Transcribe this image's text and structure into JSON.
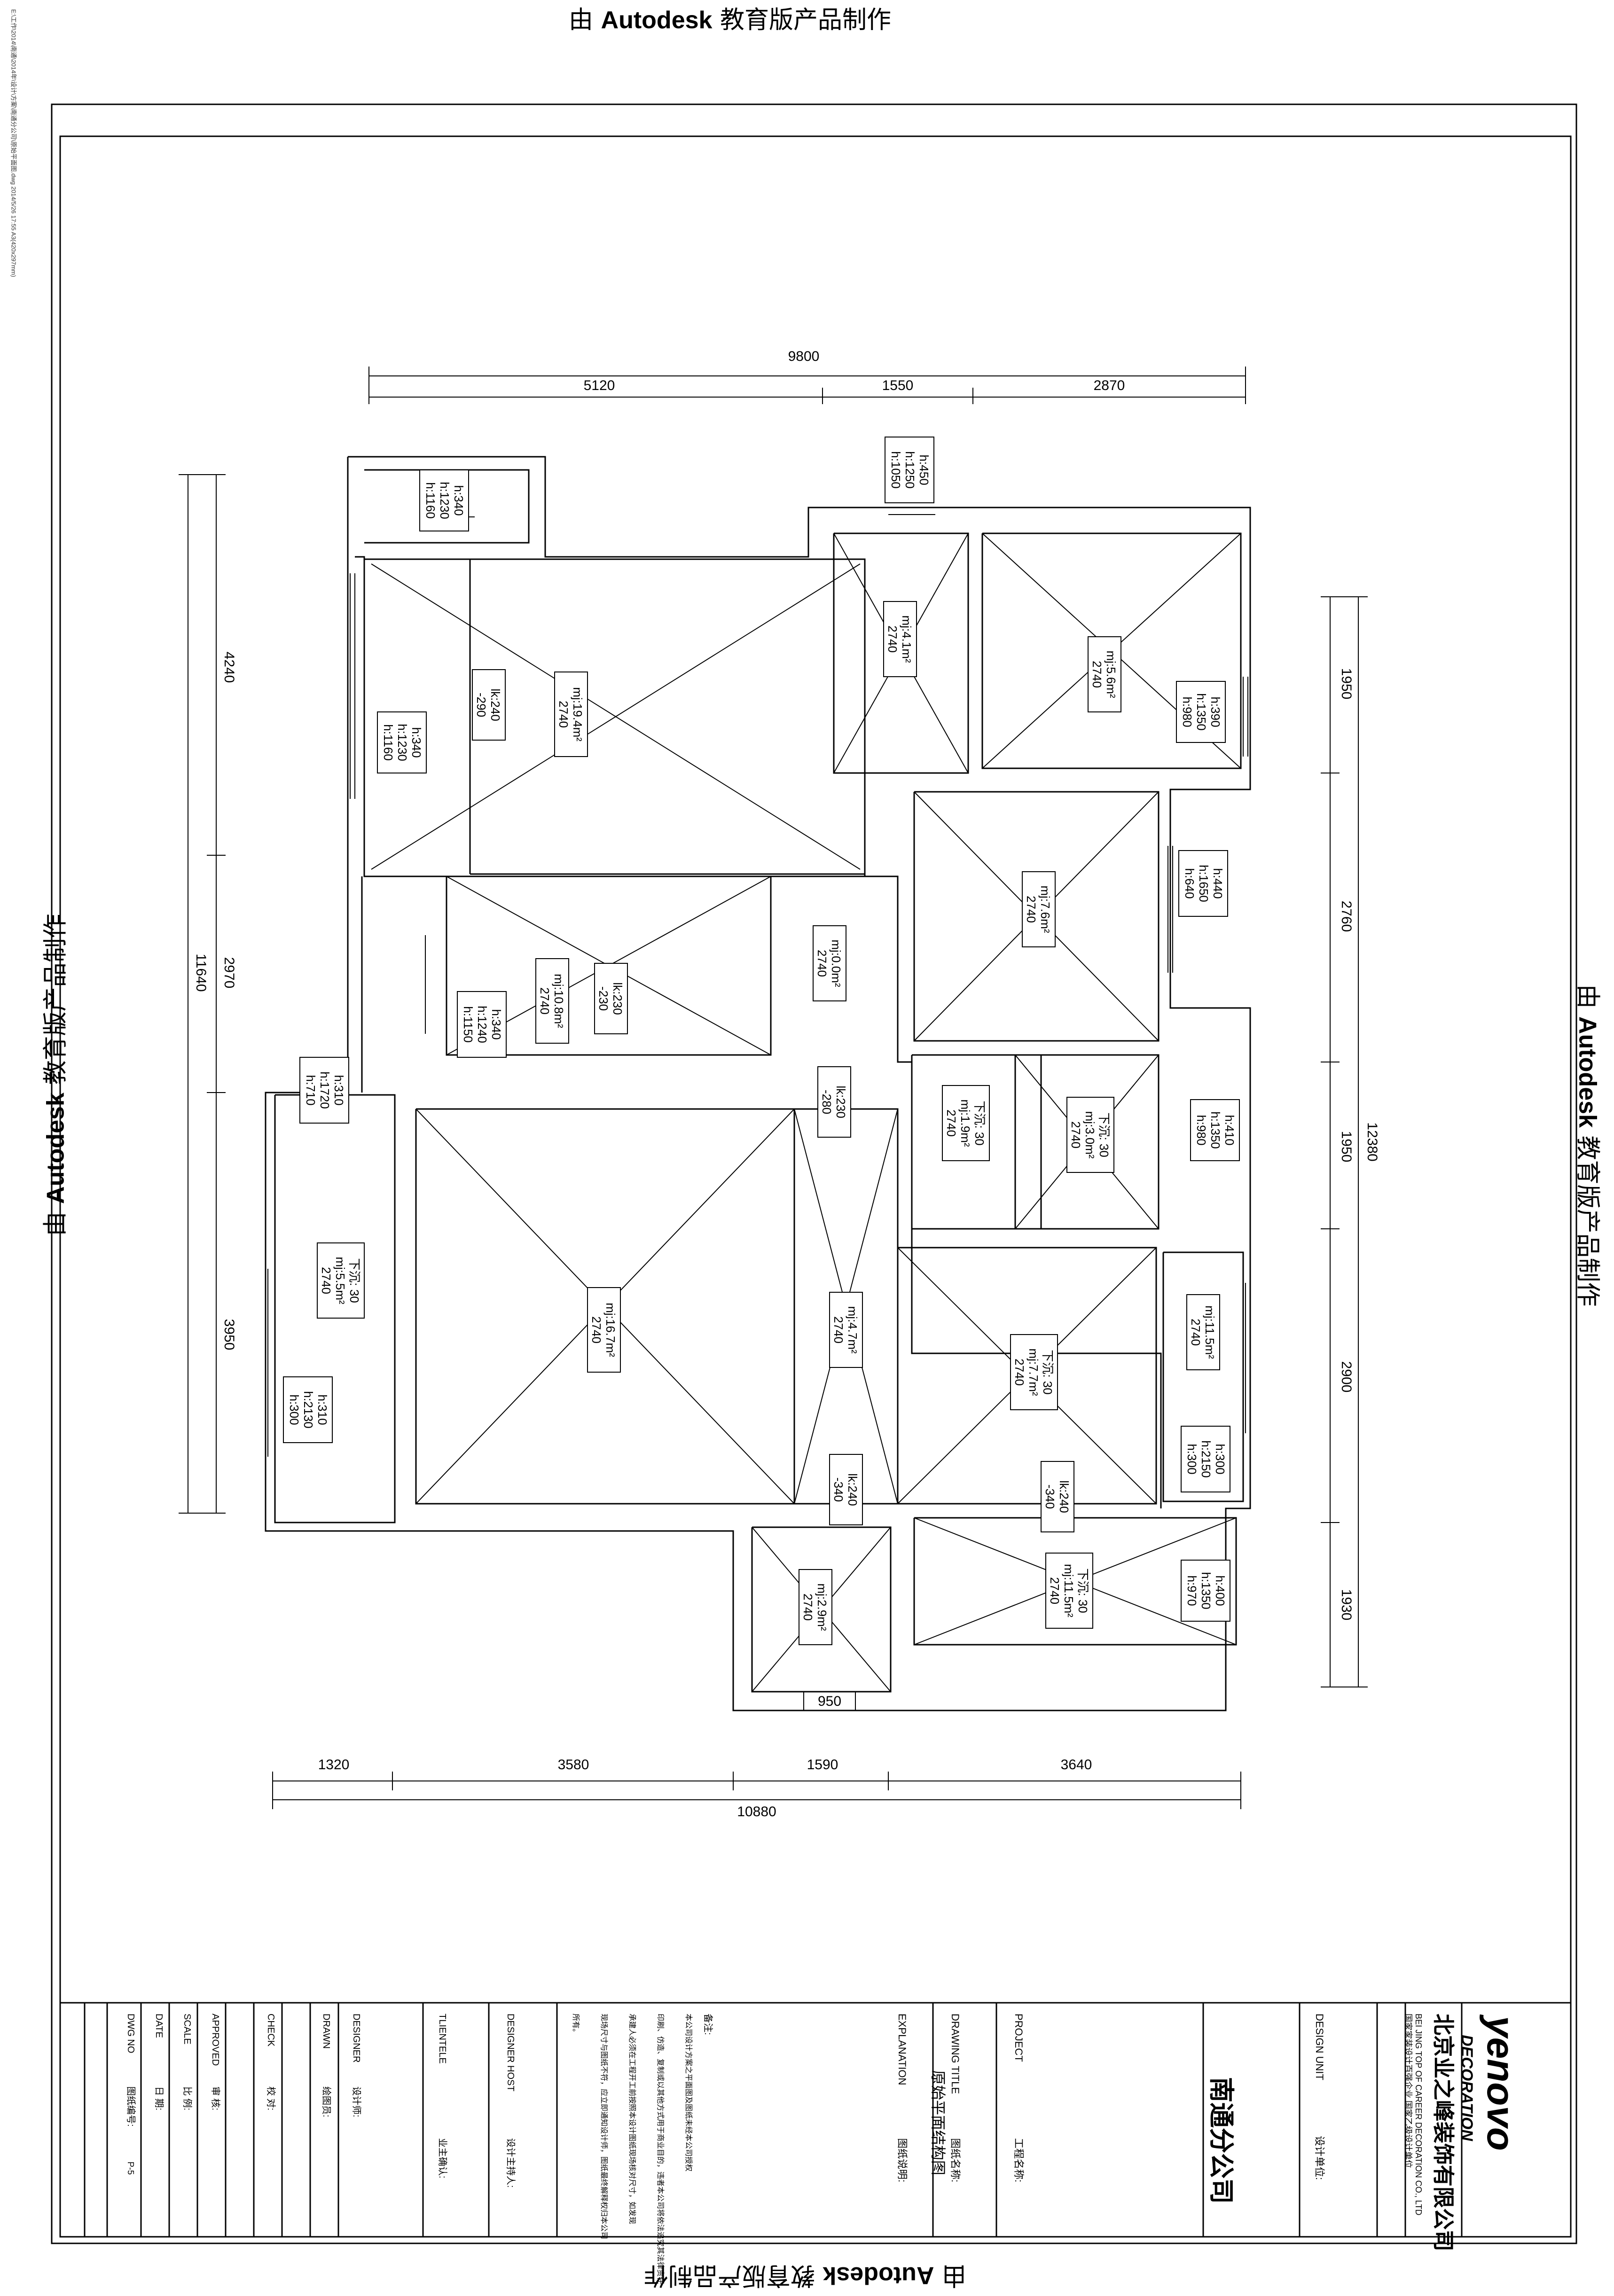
{
  "watermark": {
    "prefix": "由 ",
    "brand": "Autodesk",
    "suffix": " 教育版产品制作"
  },
  "side_path": "E:\\工作\\2014\\南通\\2014年\\设计\\方案\\南通分公司\\原始平面图.dwg  2014/5/26 17:55  A3(420x297mm)",
  "dims": {
    "top_total": "9800",
    "top_segments": [
      "5120",
      "1550",
      "2870"
    ],
    "bottom_total": "10880",
    "bottom_segments": [
      "1320",
      "3580",
      "1590",
      "3640"
    ],
    "left_total": "11640",
    "left_segments": [
      "4240",
      "2970",
      "3950"
    ],
    "right_total": "12380",
    "right_segments": [
      "1950",
      "2760",
      "1950",
      "2900",
      "1930"
    ],
    "opening_950": "950"
  },
  "rooms": [
    {
      "id": "living-large",
      "area": "mj:19.4m²",
      "height": "2740"
    },
    {
      "id": "room-top-mid",
      "area": "mj:4.1m²",
      "height": "2740"
    },
    {
      "id": "room-top-right",
      "area": "mj:5.6m²",
      "height": "2740"
    },
    {
      "id": "room-mid-left",
      "area": "mj:10.8m²",
      "height": "2740"
    },
    {
      "id": "room-corridor",
      "area": "mj:0.0m²",
      "height": "2740"
    },
    {
      "id": "room-mid-right",
      "area": "mj:7.6m²",
      "height": "2740"
    },
    {
      "id": "bath-a",
      "area": "mj:1.9m²",
      "height": "2740",
      "sink": "下沉: 30"
    },
    {
      "id": "bath-b",
      "area": "mj:3.0m²",
      "height": "2740",
      "sink": "下沉: 30"
    },
    {
      "id": "balcony-left",
      "area": "mj:5.5m²",
      "height": "2740",
      "sink": "下沉: 30"
    },
    {
      "id": "room-bottom-left",
      "area": "mj:16.7m²",
      "height": "2740"
    },
    {
      "id": "room-bottom-center",
      "area": "mj:4.7m²",
      "height": "2740"
    },
    {
      "id": "room-bottom-right",
      "area": "mj:7.7m²",
      "height": "2740",
      "sink": "下沉: 30"
    },
    {
      "id": "room-far-right",
      "area": "mj:11.5m²",
      "height": "2740"
    },
    {
      "id": "room-small-bottom",
      "area": "mj:2.9m²",
      "height": "2740"
    },
    {
      "id": "kitchen-bottom-right",
      "area": "mj:11.5m²",
      "height": "2740",
      "sink": "下沉: 30"
    }
  ],
  "windows": [
    {
      "id": "w1",
      "lines": [
        "h:340",
        "h:1230",
        "h:1160"
      ]
    },
    {
      "id": "w2",
      "lines": [
        "h:340",
        "h:1230",
        "h:1160"
      ]
    },
    {
      "id": "w3",
      "lines": [
        "h:450",
        "h:1250",
        "h:1050"
      ]
    },
    {
      "id": "w4",
      "lines": [
        "h:390",
        "h:1350",
        "h:980"
      ]
    },
    {
      "id": "w5",
      "lines": [
        "h:440",
        "h:1650",
        "h:640"
      ]
    },
    {
      "id": "w6",
      "lines": [
        "h:340",
        "h:1240",
        "h:1150"
      ]
    },
    {
      "id": "w7",
      "lines": [
        "h:310",
        "h:1720",
        "h:710"
      ]
    },
    {
      "id": "w8",
      "lines": [
        "h:410",
        "h:1350",
        "h:980"
      ]
    },
    {
      "id": "w9",
      "lines": [
        "h:310",
        "h:2130",
        "h:300"
      ]
    },
    {
      "id": "w10",
      "lines": [
        "h:300",
        "h:2150",
        "h:300"
      ]
    },
    {
      "id": "w11",
      "lines": [
        "h:400",
        "h:1350",
        "h:970"
      ]
    }
  ],
  "beams": [
    {
      "id": "b1",
      "lines": [
        "lk:240",
        "-290"
      ]
    },
    {
      "id": "b2",
      "lines": [
        "lk:230",
        "-230"
      ]
    },
    {
      "id": "b3",
      "lines": [
        "lk:230",
        "-280"
      ]
    },
    {
      "id": "b4",
      "lines": [
        "lk:240",
        "-340"
      ]
    },
    {
      "id": "b5",
      "lines": [
        "lk:240",
        "-340"
      ]
    }
  ],
  "title_block": {
    "company_cn": "北京业之峰装饰有限公司",
    "company_en": "BEI JING TOP OF CAREER DECORATION CO., LTD",
    "company_sub": "国家家装设计百强企业  国家乙级设计单位",
    "logo": "yenovo",
    "logo_sub": "DECORATION",
    "design_unit_label": "DESIGN UNIT",
    "design_unit_cn": "设计单位:",
    "design_unit_value": "南通分公司",
    "project_label": "PROJECT",
    "project_cn": "工程名称:",
    "drawing_title_label": "DRAWING TITLE",
    "drawing_title_cn": "图纸名称:",
    "drawing_title_value": "原始平面结构图",
    "explanation_label": "EXPLANATION",
    "explanation_cn": "图纸说明:",
    "notes_heading": "备注:",
    "notes_lines": [
      "本公司设计方案之平面图及图纸未经本公司授权",
      "印刷、仿造、复制或以其他方式用于商业目的，违者本公司将依法追究其法律责任",
      "承建人必须在工程开工前按照本设计图纸现场核对尺寸，如发现",
      "现场尺寸与图纸不符，应立即通知设计师，图纸最终解释权归本公司",
      "所有。"
    ],
    "designer_host_label": "DESIGNER HOST",
    "designer_host_cn": "设计主持人:",
    "tlientele_label": "TLIENTELE",
    "tlientele_cn": "业主确认:",
    "designer_label": "DESIGNER",
    "designer_cn": "设计师:",
    "drawn_label": "DRAWN",
    "drawn_cn": "绘图员:",
    "check_label": "CHECK",
    "check_cn": "校 对:",
    "approved_label": "APPROVED",
    "approved_cn": "审 核:",
    "scale_label": "SCALE",
    "scale_cn": "比 例:",
    "date_label": "DATE",
    "date_cn": "日 期:",
    "dwg_no_label": "DWG NO",
    "dwg_no_cn": "图纸编号:",
    "dwg_no_value": "P-5"
  }
}
